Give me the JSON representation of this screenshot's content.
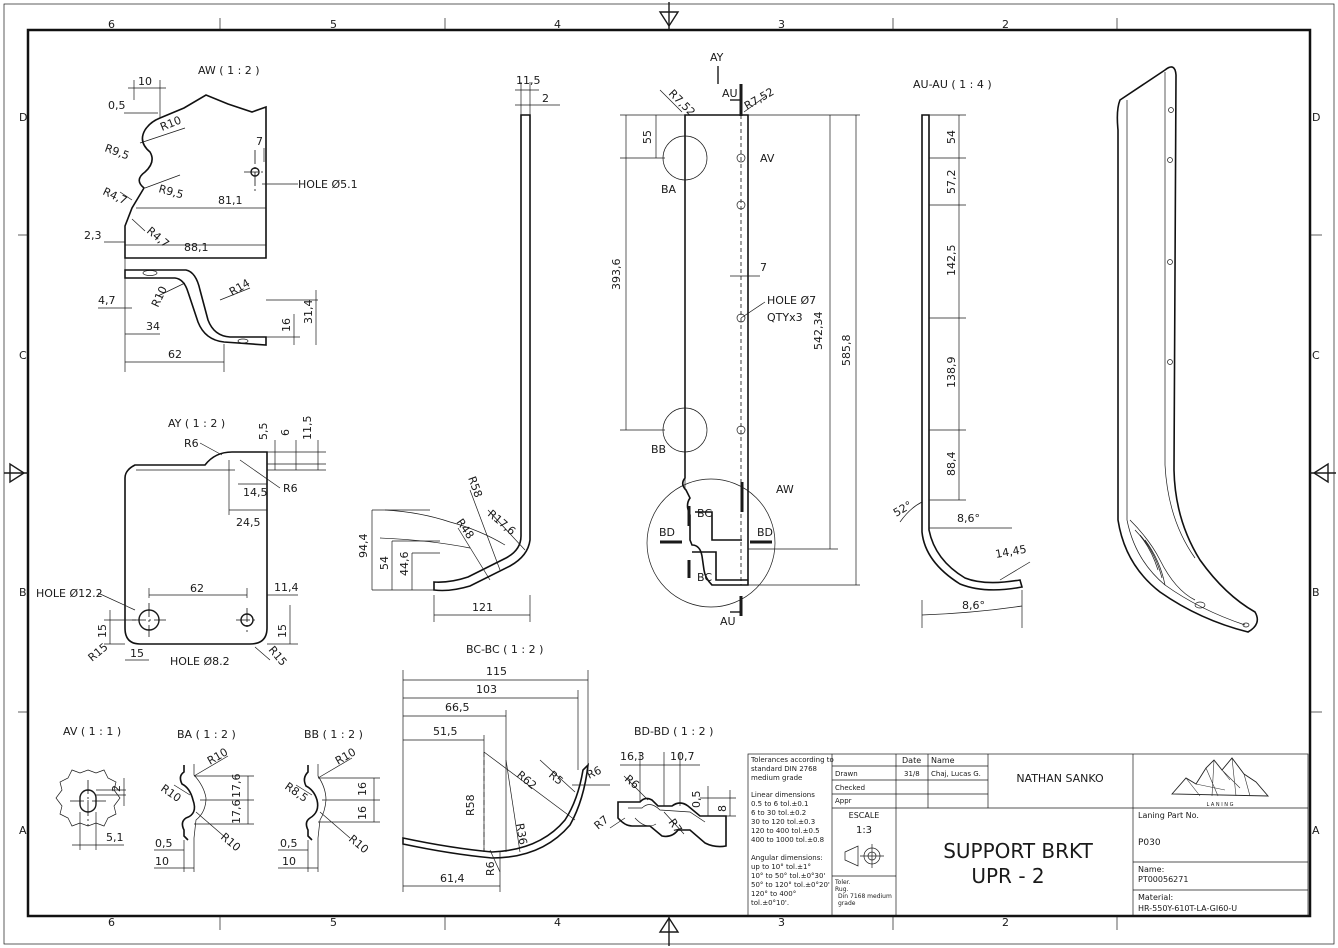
{
  "zones": {
    "columns": [
      "6",
      "5",
      "4",
      "3",
      "2"
    ],
    "rows": [
      "D",
      "C",
      "B",
      "A"
    ]
  },
  "views": {
    "aw": {
      "title": "AW ( 1 : 2 )",
      "dims": [
        "10",
        "0,5",
        "R10",
        "R9,5",
        "R9,5",
        "R4,7",
        "R4,7",
        "2,3",
        "81,1",
        "88,1",
        "7",
        "4,7",
        "R10",
        "34",
        "62",
        "R14",
        "16",
        "31,4"
      ],
      "hole": "HOLE Ø5.1"
    },
    "ay": {
      "title": "AY ( 1 : 2 )",
      "dims": [
        "R6",
        "5,5",
        "6",
        "11,5",
        "R6",
        "14,5",
        "24,5",
        "62",
        "11,4",
        "15",
        "15",
        "R15",
        "15",
        "R15"
      ],
      "hole_big": "HOLE Ø12.2",
      "hole_small": "HOLE Ø8.2"
    },
    "side": {
      "dims": [
        "11,5",
        "2",
        "R58",
        "R17,6",
        "R48",
        "94,4",
        "54",
        "44,6",
        "121"
      ]
    },
    "front": {
      "dims": [
        "R7,52",
        "R7,52",
        "55",
        "393,6",
        "542,34",
        "585,8",
        "7"
      ],
      "labels": {
        "ay": "AY",
        "au_top": "AU",
        "au_bottom": "AU",
        "av": "AV",
        "ba": "BA",
        "bb": "BB",
        "aw": "AW",
        "bc1": "BC",
        "bc2": "BC",
        "bd1": "BD",
        "bd2": "BD"
      },
      "hole": "HOLE Ø7",
      "qty": "QTYx3"
    },
    "au": {
      "title": "AU-AU ( 1 : 4 )",
      "dims": [
        "54",
        "57,2",
        "142,5",
        "138,9",
        "88,4",
        "52°",
        "8,6°",
        "14,45",
        "8,6°"
      ]
    },
    "av": {
      "title": "AV ( 1 : 1 )",
      "dims": [
        "2",
        "5,1"
      ]
    },
    "ba": {
      "title": "BA ( 1 : 2 )",
      "dims": [
        "R10",
        "R10",
        "17,6",
        "17,6",
        "R10",
        "0,5",
        "10"
      ]
    },
    "bb": {
      "title": "BB ( 1 : 2 )",
      "dims": [
        "R10",
        "R8,5",
        "16",
        "16",
        "R10",
        "0,5",
        "10"
      ]
    },
    "bcbc": {
      "title": "BC-BC ( 1 : 2 )",
      "dims": [
        "115",
        "103",
        "66,5",
        "51,5",
        "R62",
        "R5",
        "R6",
        "R58",
        "R36",
        "R6",
        "61,4"
      ]
    },
    "bdbd": {
      "title": "BD-BD ( 1 : 2 )",
      "dims": [
        "16,3",
        "10,7",
        "R6",
        "0,5",
        "8",
        "R7",
        "R7"
      ]
    }
  },
  "title_block": {
    "tolerances_text": [
      "Tolerances according to",
      "standard DIN 2768",
      "medium grade",
      "",
      "Linear dimensions",
      "0.5 to 6 tol.±0.1",
      "6 to 30 tol.±0.2",
      "30 to 120 tol.±0.3",
      "120 to 400 tol.±0.5",
      "400 to 1000 tol.±0.8",
      "",
      "Angular dimensions:",
      "up to 10° tol.±1°",
      "10° to 50° tol.±0°30'",
      "50° to 120° tol.±0°20'",
      "120° to 400°",
      "tol.±0°10'."
    ],
    "date_header": "Date",
    "name_header": "Name",
    "drawn_label": "Drawn",
    "checked_label": "Checked",
    "appr_label": "Appr",
    "drawn_date": "31/8",
    "drawn_name": "Chaj, Lucas G.",
    "designer": "NATHAN SANKO",
    "scale_label": "ESCALE",
    "scale_value": "1:3",
    "toler_label": "Toler.",
    "rug_label": "Rug.",
    "toler_value": "Din 7168 medium grade",
    "title_line1": "SUPPORT BRKT",
    "title_line2": "UPR - 2",
    "part_no_label": "Laning Part No.",
    "part_no": "P030",
    "name_label": "Name:",
    "name_value": "PT00056271",
    "material_label": "Material:",
    "material_value": "HR-550Y-610T-LA-GI60-U",
    "logo_text": "L A N I N G"
  }
}
